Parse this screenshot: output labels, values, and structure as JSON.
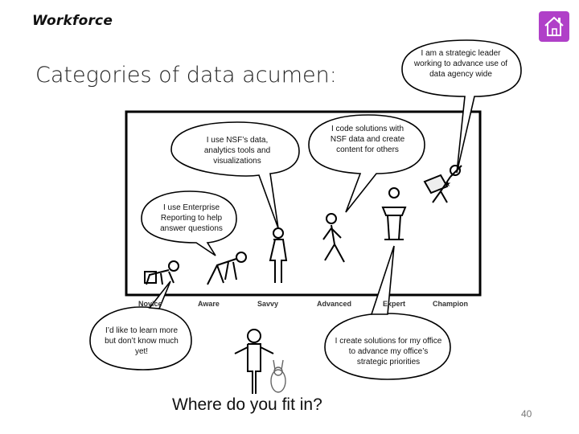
{
  "header": {
    "title": "Workforce",
    "home_icon": "home-icon"
  },
  "slide": {
    "title": "Categories of data acumen:",
    "question": "Where do you fit in?",
    "page_number": "40"
  },
  "stages": [
    "Novice",
    "Aware",
    "Savvy",
    "Advanced",
    "Expert",
    "Champion"
  ],
  "bubbles": {
    "champion": "I am a strategic leader working to advance use of data agency wide",
    "savvy": "I use NSF’s data, analytics tools and visualizations",
    "advanced": "I code solutions with NSF data and create content for others",
    "aware": "I use Enterprise Reporting to help answer questions",
    "novice": "I’d like to learn more but don’t know much yet!",
    "expert": "I create solutions for my office to advance my office’s strategic priorities"
  },
  "colors": {
    "accent": "#b040c8",
    "stage_frame": "#000000"
  }
}
